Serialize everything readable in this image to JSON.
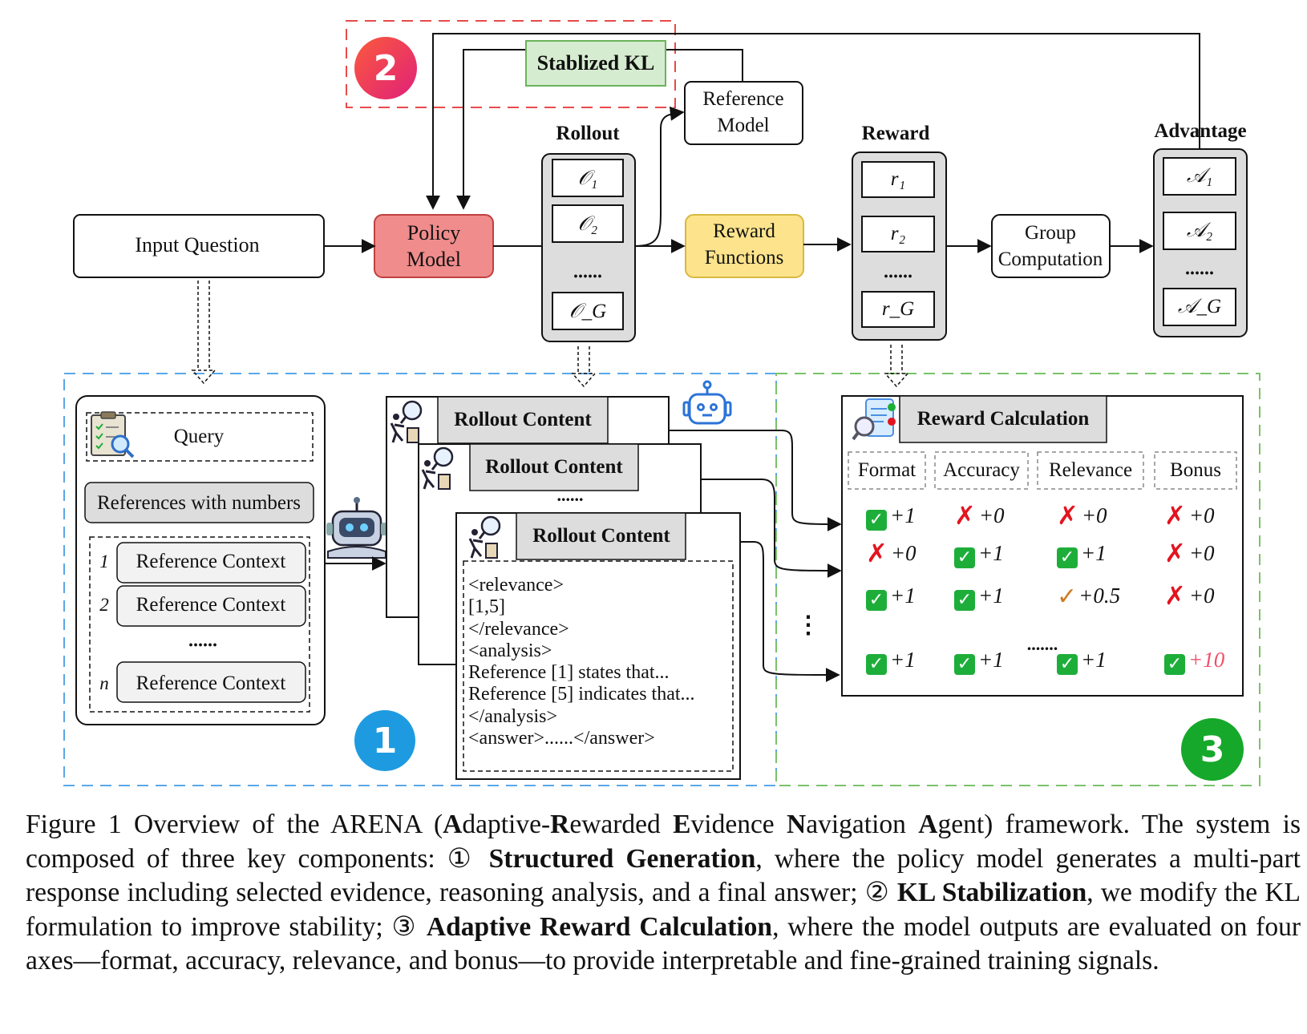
{
  "top": {
    "stabilized_kl": "Stablized KL",
    "reference_model": [
      "Reference",
      "Model"
    ],
    "rollout_title": "Rollout",
    "reward_title": "Reward",
    "advantage_title": "Advantage",
    "input_question": "Input Question",
    "policy_model": [
      "Policy",
      "Model"
    ],
    "reward_functions": [
      "Reward",
      "Functions"
    ],
    "group_computation": [
      "Group",
      "Computation"
    ],
    "rollout_items": [
      "𝒪₁",
      "𝒪₂",
      "......",
      "𝒪_G"
    ],
    "reward_items": [
      "r₁",
      "r₂",
      "......",
      "r_G"
    ],
    "advantage_items": [
      "𝒜₁",
      "𝒜₂",
      "......",
      "𝒜_G"
    ]
  },
  "panel1": {
    "query": "Query",
    "references_with_numbers": "References with numbers",
    "refs": [
      {
        "n": "1",
        "label": "Reference Context"
      },
      {
        "n": "2",
        "label": "Reference Context"
      },
      {
        "n": "n",
        "label": "Reference Context"
      }
    ],
    "ellipsis": "......",
    "rollout_content": "Rollout Content",
    "rollout_ellipsis": "......",
    "content_lines": [
      "<relevance>",
      "[1,5]",
      "</relevance>",
      "<analysis>",
      "Reference [1] states that...",
      "Reference [5] indicates that...",
      "</analysis>",
      "<answer>......</answer>"
    ]
  },
  "panel3": {
    "title": "Reward Calculation",
    "headers": [
      "Format",
      "Accuracy",
      "Relevance",
      "Bonus"
    ],
    "rows": [
      [
        {
          "mark": "check",
          "val": "+1"
        },
        {
          "mark": "cross",
          "val": "+0"
        },
        {
          "mark": "cross",
          "val": "+0"
        },
        {
          "mark": "cross",
          "val": "+0"
        }
      ],
      [
        {
          "mark": "cross",
          "val": "+0"
        },
        {
          "mark": "check",
          "val": "+1"
        },
        {
          "mark": "check",
          "val": "+1"
        },
        {
          "mark": "cross",
          "val": "+0"
        }
      ],
      [
        {
          "mark": "check",
          "val": "+1"
        },
        {
          "mark": "check",
          "val": "+1"
        },
        {
          "mark": "half",
          "val": "+0.5"
        },
        {
          "mark": "cross",
          "val": "+0"
        }
      ],
      [
        {
          "mark": "check",
          "val": "+1"
        },
        {
          "mark": "check",
          "val": "+1"
        },
        {
          "mark": "check",
          "val": "+1"
        },
        {
          "mark": "check",
          "val": "+10"
        }
      ]
    ],
    "ellipsis": ".......",
    "vertical_ellipsis": "⋮"
  },
  "badges": [
    "2",
    "1",
    "3"
  ],
  "colors": {
    "badge1": "#1e9be0",
    "badge2": "#f0305a",
    "badge3": "#16a82a",
    "policy": "#f08c8c",
    "reward_fn": "#fde48c",
    "kl_box": "#d6ecd0",
    "bonus_red": "#f0506a"
  },
  "caption": {
    "label": "Figure 1 Overview of the ARENA (",
    "l1": "A",
    "t1": "daptive-",
    "l2": "R",
    "t2": "ewarded ",
    "l3": "E",
    "t3": "vidence ",
    "l4": "N",
    "t4": "avigation ",
    "l5": "A",
    "t5": "gent) framework. The system is composed of three key components: ① ",
    "b1": "Structured Generation",
    "t6": ", where the policy model generates a multi-part response including selected evidence, reasoning analysis, and a final answer; ② ",
    "b2": "KL Stabilization",
    "t7": ", we modify the KL formulation to improve stability; ③ ",
    "b3": "Adaptive Reward Calculation",
    "t8": ", where the model outputs are evaluated on four axes—format, accuracy, relevance, and bonus—to provide interpretable and fine-grained training signals."
  }
}
